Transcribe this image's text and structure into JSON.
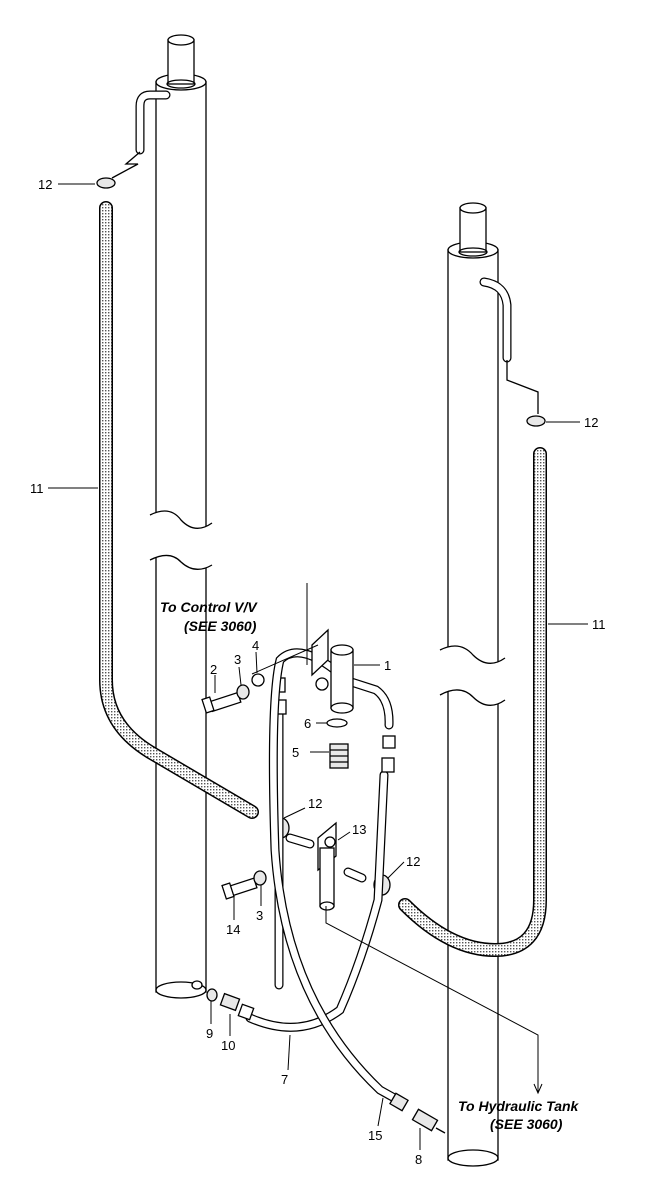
{
  "callouts": {
    "c12a": "12",
    "c12b": "12",
    "c12c": "12",
    "c12d": "12",
    "c11a": "11",
    "c11b": "11",
    "c1": "1",
    "c2": "2",
    "c3a": "3",
    "c3b": "3",
    "c4": "4",
    "c5": "5",
    "c6": "6",
    "c7": "7",
    "c8": "8",
    "c9": "9",
    "c10": "10",
    "c13": "13",
    "c14": "14",
    "c15": "15"
  },
  "notes": {
    "control_line1": "To Control V/V",
    "control_line2": "(SEE 3060)",
    "tank_line1": "To Hydraulic Tank",
    "tank_line2": "(SEE 3060)"
  }
}
